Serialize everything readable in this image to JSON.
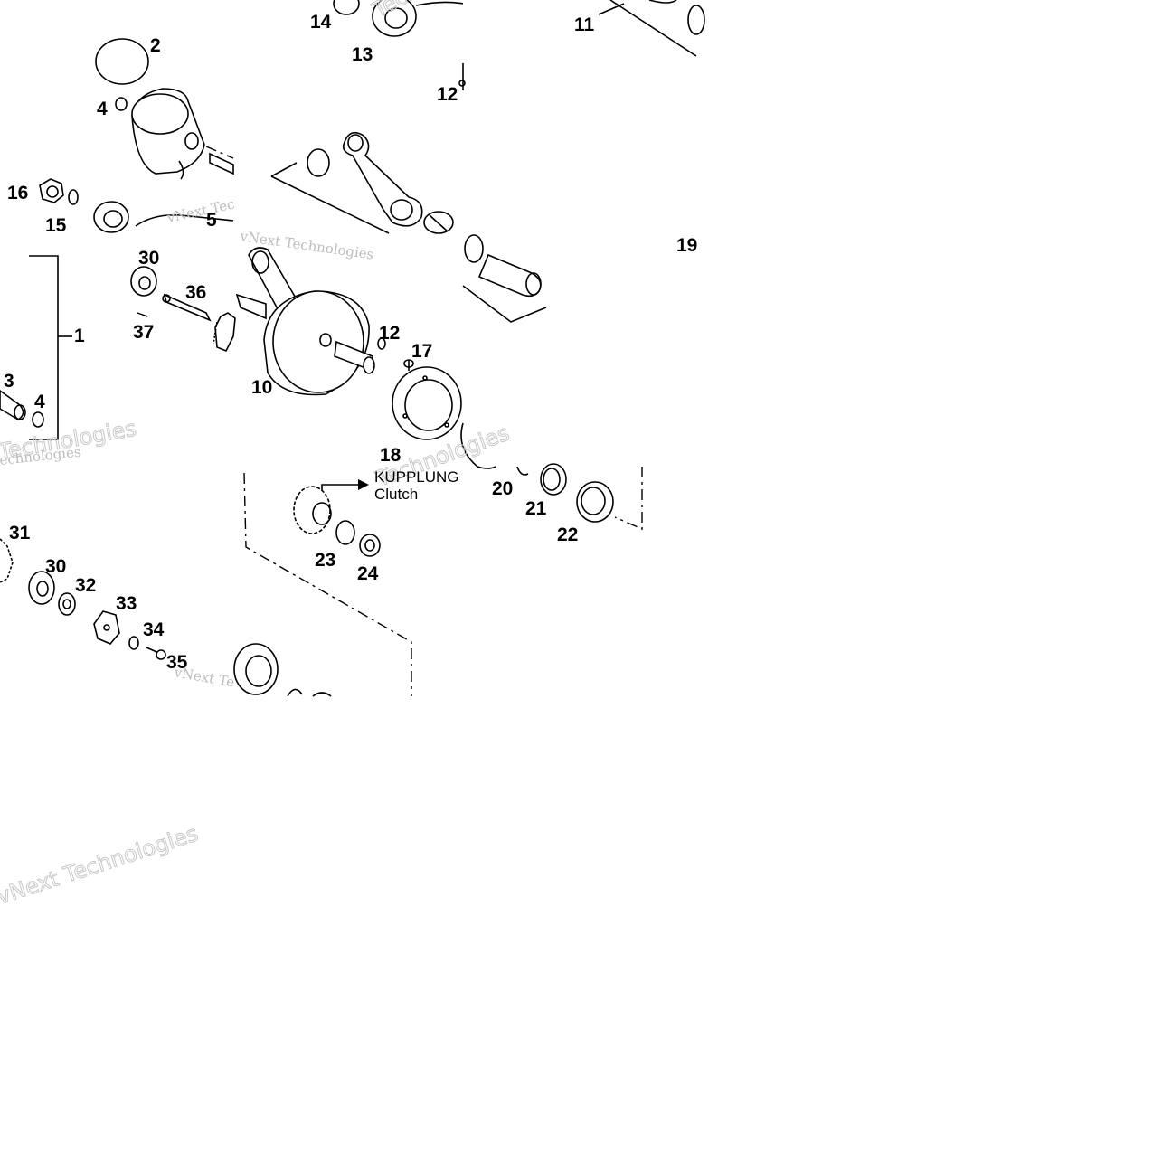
{
  "diagram": {
    "callouts": {
      "c1": "1",
      "c2": "2",
      "c3": "3",
      "c4a": "4",
      "c4b": "4",
      "c5": "5",
      "c10": "10",
      "c11": "11",
      "c12a": "12",
      "c12b": "12",
      "c13": "13",
      "c14": "14",
      "c15": "15",
      "c16": "16",
      "c17": "17",
      "c18": "18",
      "c19": "19",
      "c20": "20",
      "c21": "21",
      "c22": "22",
      "c23": "23",
      "c24": "24",
      "c30a": "30",
      "c30b": "30",
      "c31": "31",
      "c32": "32",
      "c33": "33",
      "c34": "34",
      "c35": "35",
      "c36": "36",
      "c37": "37"
    },
    "clutch_reference": {
      "de": "KUPPLUNG",
      "en": "Clutch"
    },
    "watermarks": [
      "vNext Technologies",
      "vNext Tec",
      "vNext Te",
      "Technologies",
      "echnologies"
    ]
  }
}
